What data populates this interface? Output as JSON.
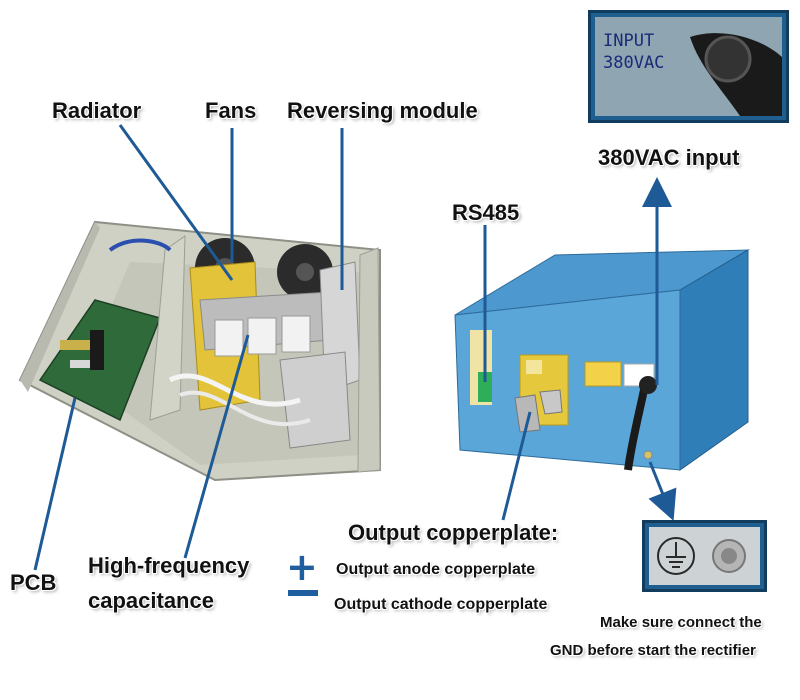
{
  "labels": {
    "radiator": "Radiator",
    "fans": "Fans",
    "reversing_module": "Reversing module",
    "rs485": "RS485",
    "input_380vac": "380VAC input",
    "pcb": "PCB",
    "high_frequency_capacitance_line1": "High-frequency",
    "high_frequency_capacitance_line2": "capacitance",
    "output_copperplate": "Output copperplate:",
    "output_anode": "Output anode copperplate",
    "output_cathode": "Output cathode  copperplate",
    "gnd_note_line1": "Make sure connect the",
    "gnd_note_line2": "GND before start the rectifier"
  },
  "input_inset": {
    "line1": "INPUT",
    "line2": "380VAC"
  },
  "symbols": {
    "plus": "+",
    "minus": "—"
  },
  "colors": {
    "pointer_line": "#1e5a96",
    "cabinet_blue": "#3f8fc8",
    "inset_frame": "#1f5f8f",
    "plus_minus": "#1f5fa0"
  }
}
